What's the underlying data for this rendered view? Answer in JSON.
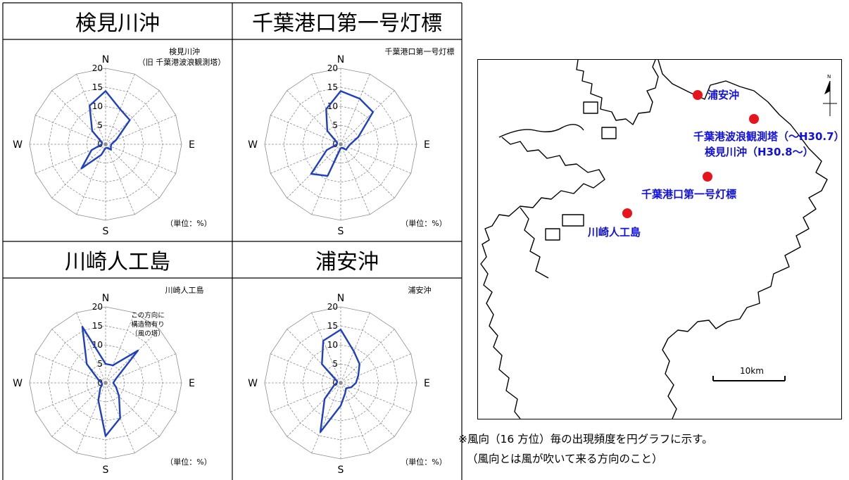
{
  "colors": {
    "series": "#1e3fc4",
    "grid": "#8c8c8c",
    "station": "#e8141c",
    "label": "#1010e0"
  },
  "compass": {
    "n": "N",
    "e": "E",
    "s": "S",
    "w": "W"
  },
  "chart_data": [
    {
      "type": "radar",
      "panel_title": "検見川沖",
      "title": "検見川沖",
      "subtitle": "（旧 千葉港波浪観測塔）",
      "unit_label": "（単位：%）",
      "annotation": "",
      "directions": [
        "N",
        "NNE",
        "NE",
        "ENE",
        "E",
        "ESE",
        "SE",
        "SSE",
        "S",
        "SSW",
        "SW",
        "WSW",
        "W",
        "WNW",
        "NW",
        "NNW"
      ],
      "values": [
        14,
        10,
        9,
        3,
        1.5,
        1.5,
        2,
        1,
        1,
        3,
        9,
        4,
        1,
        1,
        5,
        11
      ],
      "r_ticks": [
        0,
        5,
        10,
        15,
        20
      ],
      "rlim": [
        0,
        20
      ]
    },
    {
      "type": "radar",
      "panel_title": "千葉港口第一号灯標",
      "title": "千葉港口第一号灯標",
      "subtitle": "",
      "unit_label": "（単位：%）",
      "annotation": "",
      "directions": [
        "N",
        "NNE",
        "NE",
        "ENE",
        "E",
        "ESE",
        "SE",
        "SSE",
        "S",
        "SSW",
        "SW",
        "WSW",
        "W",
        "WNW",
        "NW",
        "NNW"
      ],
      "values": [
        14,
        13,
        12,
        5,
        2.5,
        2,
        2,
        1,
        1,
        9,
        11,
        4,
        1,
        1,
        5,
        10
      ],
      "r_ticks": [
        0,
        5,
        10,
        15,
        20
      ],
      "rlim": [
        0,
        20
      ]
    },
    {
      "type": "radar",
      "panel_title": "川崎人工島",
      "title": "川崎人工島",
      "subtitle": "",
      "unit_label": "（単位：%）",
      "annotation": "この方向に\n構造物有り\n（風の塔）",
      "directions": [
        "N",
        "NNE",
        "NE",
        "ENE",
        "E",
        "ESE",
        "SE",
        "SSE",
        "S",
        "SSW",
        "SW",
        "WSW",
        "W",
        "WNW",
        "NW",
        "NNW"
      ],
      "values": [
        5,
        5,
        12,
        3,
        2,
        3,
        5,
        10,
        14,
        5,
        2,
        1,
        1,
        2,
        7,
        16
      ],
      "r_ticks": [
        0,
        5,
        10,
        15,
        20
      ],
      "rlim": [
        0,
        20
      ]
    },
    {
      "type": "radar",
      "panel_title": "浦安沖",
      "title": "浦安沖",
      "subtitle": "",
      "unit_label": "（単位：%）",
      "annotation": "",
      "directions": [
        "N",
        "NNE",
        "NE",
        "ENE",
        "E",
        "ESE",
        "SE",
        "SSE",
        "S",
        "SSW",
        "SW",
        "WSW",
        "W",
        "WNW",
        "NW",
        "NNW"
      ],
      "values": [
        14,
        9,
        7,
        5,
        4,
        3,
        2,
        3,
        6,
        14,
        6,
        2,
        1,
        1,
        7,
        12
      ],
      "r_ticks": [
        0,
        5,
        10,
        15,
        20
      ],
      "rlim": [
        0,
        20
      ]
    }
  ],
  "map": {
    "stations": [
      {
        "name": "浦安沖"
      },
      {
        "name": "千葉港波浪観測塔（～H30.7）"
      },
      {
        "name": "検見川沖（H30.8～）"
      },
      {
        "name": "千葉港口第一号灯標"
      },
      {
        "name": "川崎人工島"
      }
    ],
    "scale_label": "10km",
    "north_label": "N"
  },
  "notes": [
    "※風向（16 方位）毎の出現頻度を円グラフに示す。",
    "（風向とは風が吹いて来る方向のこと）"
  ]
}
